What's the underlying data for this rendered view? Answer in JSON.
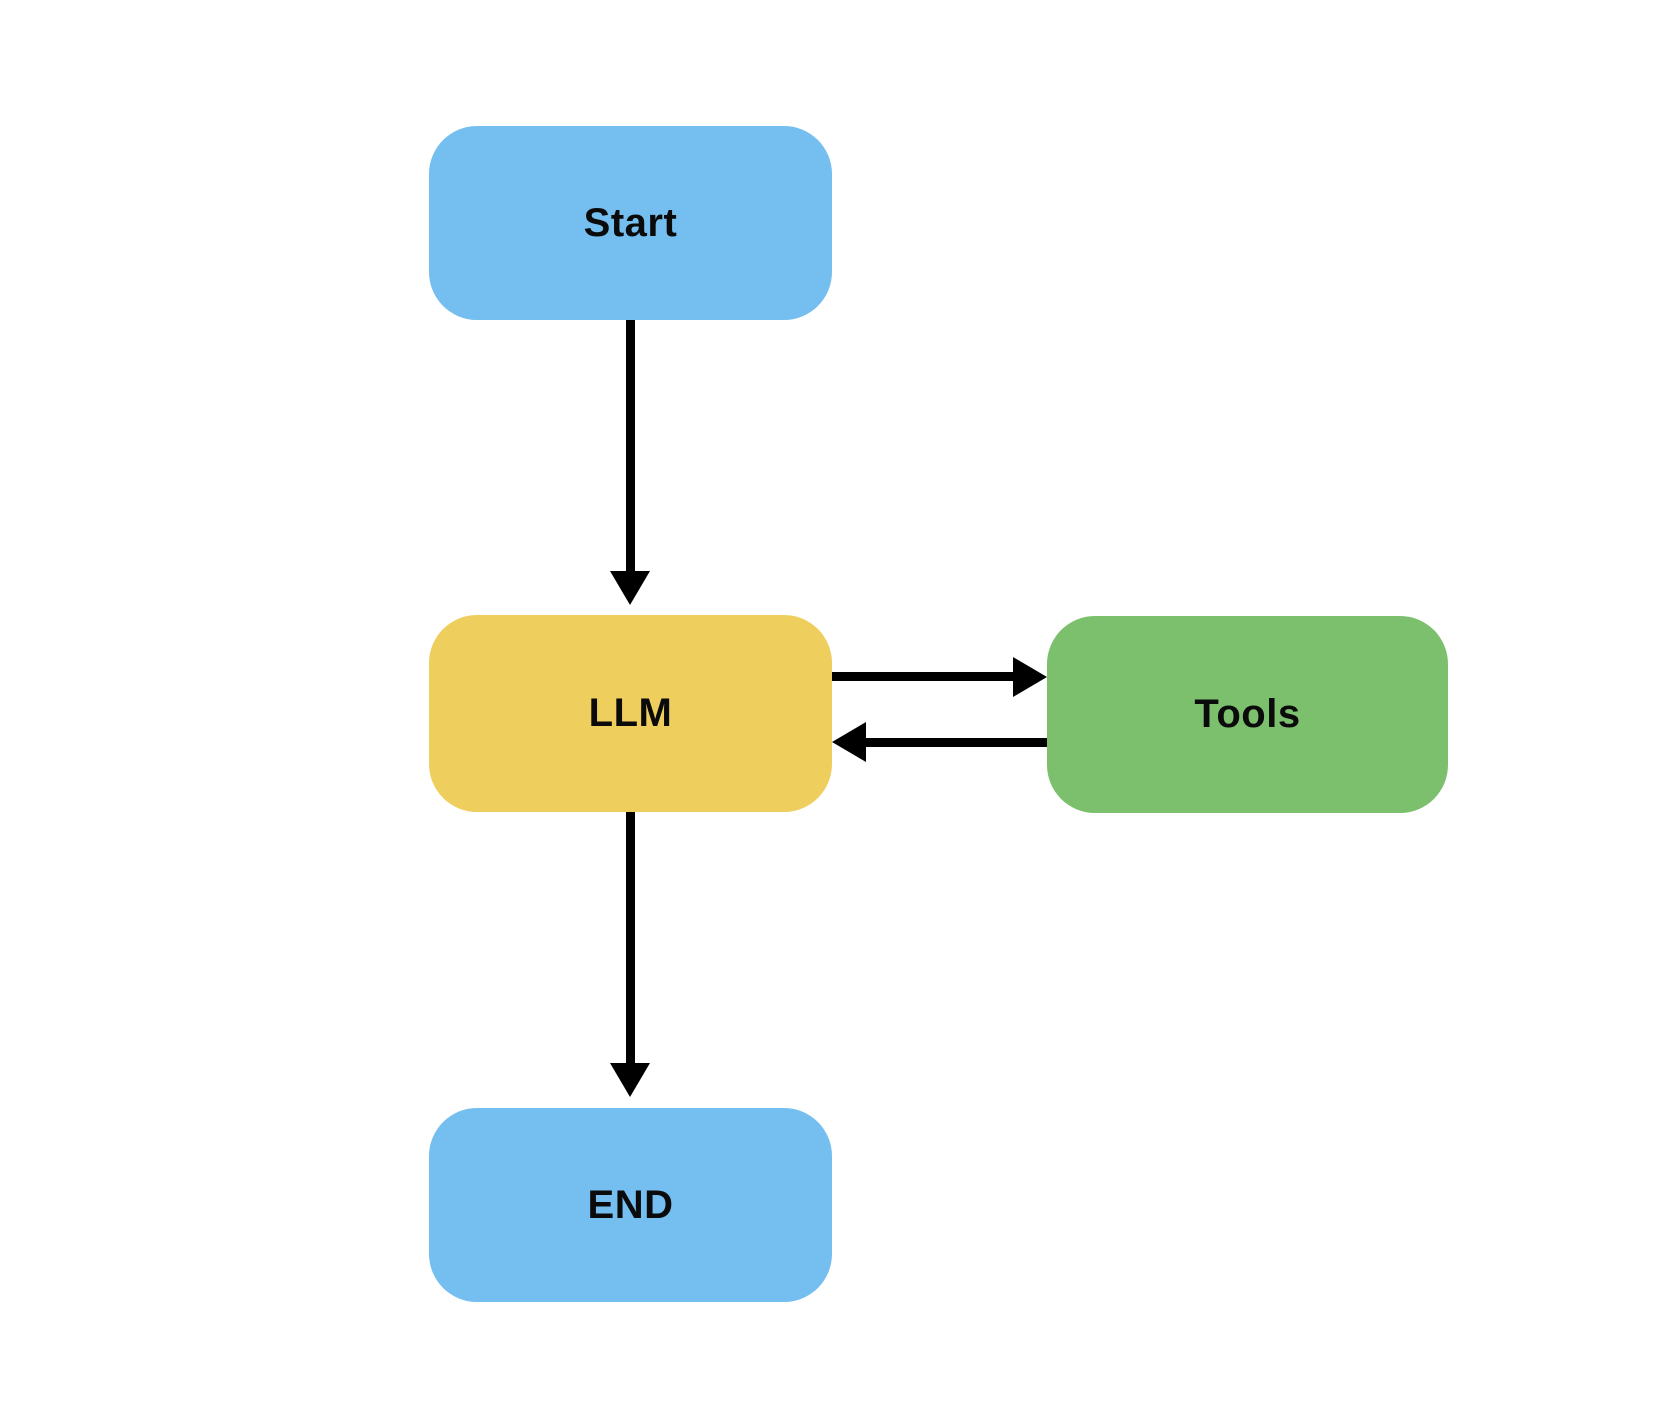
{
  "diagram": {
    "type": "flowchart",
    "background_color": "#ffffff",
    "arrow_color": "#000000",
    "text_color": "#0b0b0b",
    "nodes": [
      {
        "id": "start",
        "label": "Start",
        "shape": "rounded-rectangle",
        "fill": "#74BEF0"
      },
      {
        "id": "llm",
        "label": "LLM",
        "shape": "rounded-rectangle",
        "fill": "#EECE5D"
      },
      {
        "id": "tools",
        "label": "Tools",
        "shape": "rounded-rectangle",
        "fill": "#7CC06E"
      },
      {
        "id": "end",
        "label": "END",
        "shape": "rounded-rectangle",
        "fill": "#74BEF0"
      }
    ],
    "edges": [
      {
        "from": "start",
        "to": "llm",
        "direction": "down"
      },
      {
        "from": "llm",
        "to": "tools",
        "direction": "right"
      },
      {
        "from": "tools",
        "to": "llm",
        "direction": "left"
      },
      {
        "from": "llm",
        "to": "end",
        "direction": "down"
      }
    ]
  }
}
